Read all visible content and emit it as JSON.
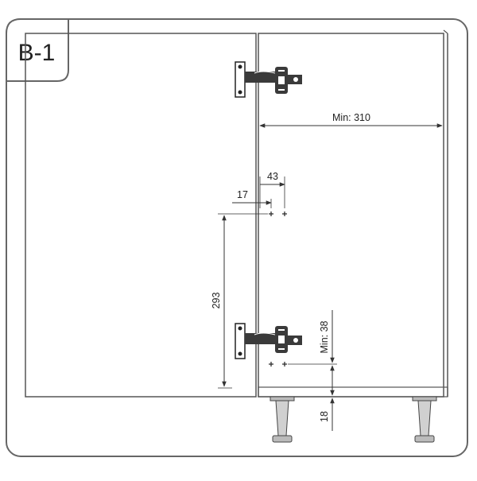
{
  "badge": {
    "label": "B-1"
  },
  "dimensions": {
    "min_width": "Min: 310",
    "offset_43": "43",
    "offset_17": "17",
    "height_293": "293",
    "min_38": "Min: 38",
    "foot_18": "18"
  },
  "colors": {
    "frame": "#555555",
    "line": "#333333",
    "hinge_fill": "#3a3a3a",
    "leg_fill": "#d0d0d0"
  },
  "icons": [
    "hinge-icon",
    "adjustable-leg-icon"
  ]
}
